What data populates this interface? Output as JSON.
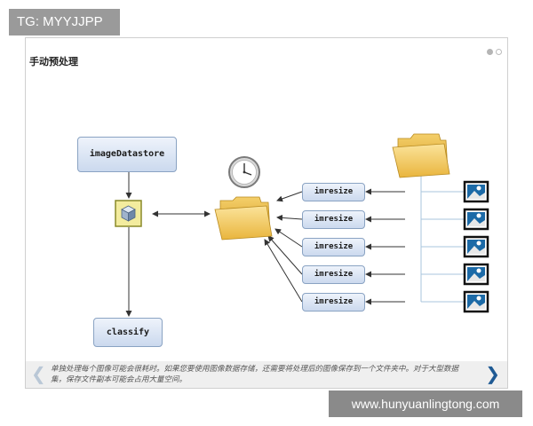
{
  "badge": {
    "text": "TG: MYYJJPP"
  },
  "slide": {
    "title": "手动预处理",
    "caption": "单独处理每个图像可能会很耗时。如果您要使用图像数据存储，还需要将处理后的图像保存到一个文件夹中。对于大型数据集，保存文件副本可能会占用大量空间。",
    "pager": {
      "count": 2,
      "active": 0
    }
  },
  "diagram": {
    "nodes": {
      "datastore": "imageDatastore",
      "classify": "classify",
      "imresize": [
        "imresize",
        "imresize",
        "imresize",
        "imresize",
        "imresize"
      ]
    },
    "icons": [
      "cube-icon",
      "clock-icon",
      "folder-icon",
      "folder-icon",
      "image-file-icon"
    ]
  },
  "watermark": {
    "text": "www.hunyuanlingtong.com"
  },
  "colors": {
    "node_border": "#8aa3c3",
    "node_fill": "#d7e2f2",
    "next_arrow": "#1f5a94",
    "folder": "#f2c24e"
  }
}
